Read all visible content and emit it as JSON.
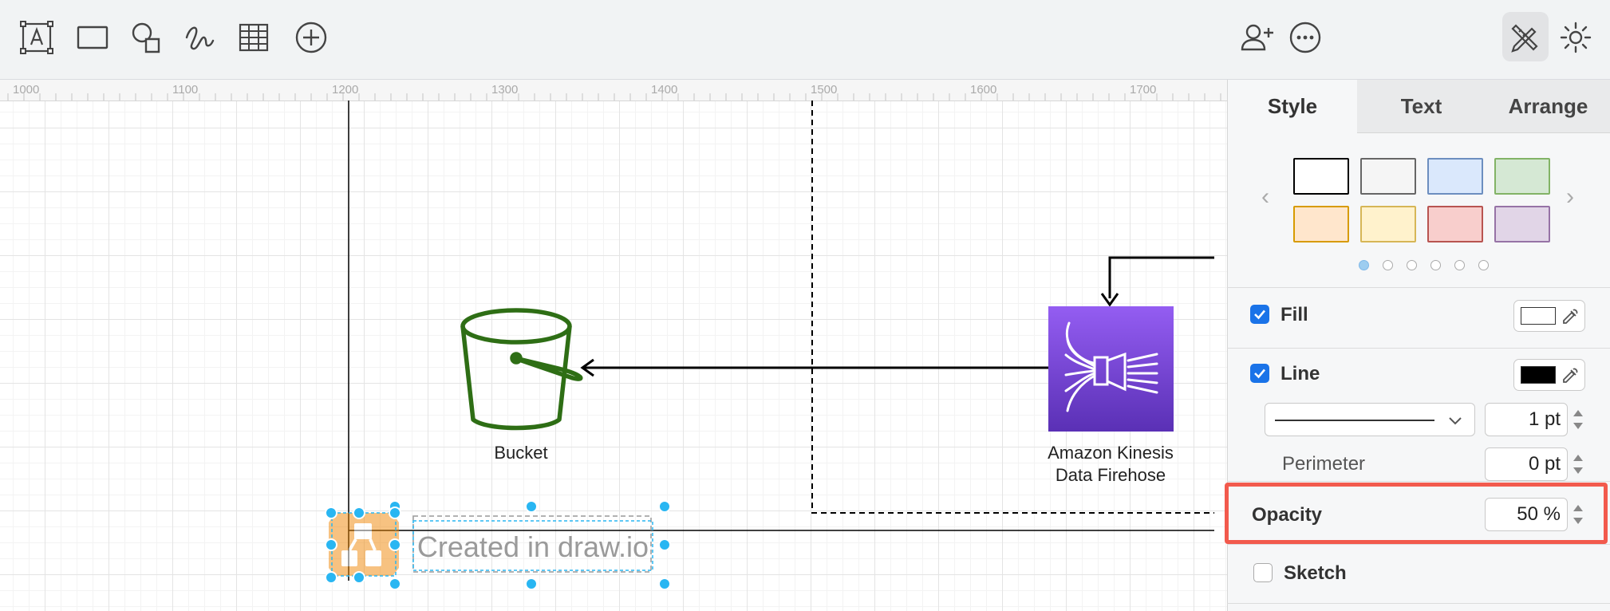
{
  "toolbar": {
    "left_tools": [
      "text-icon",
      "rectangle-icon",
      "shapes-icon",
      "freehand-icon",
      "table-icon",
      "insert-icon"
    ],
    "right_tools": [
      "share-icon",
      "more-icon",
      "format-panel-icon",
      "appearance-icon"
    ]
  },
  "ruler": {
    "labels": [
      "1000",
      "1100",
      "1200",
      "1300",
      "1400",
      "1500",
      "1600",
      "1700"
    ]
  },
  "diagram": {
    "bucket_label": "Bucket",
    "kinesis_label_line1": "Amazon Kinesis",
    "kinesis_label_line2": "Data Firehose",
    "watermark_text": "Created in draw.io",
    "bucket_color": "#2e6e15",
    "kinesis_color": "#7b3fe0"
  },
  "panel": {
    "tabs": [
      "Style",
      "Text",
      "Arrange"
    ],
    "active_tab": "Style",
    "swatches": [
      {
        "fill": "#ffffff",
        "stroke": "#000000"
      },
      {
        "fill": "#f5f5f5",
        "stroke": "#666666"
      },
      {
        "fill": "#dae8fc",
        "stroke": "#6c8ebf"
      },
      {
        "fill": "#d5e8d4",
        "stroke": "#82b366"
      },
      {
        "fill": "#ffe6cc",
        "stroke": "#d79b00"
      },
      {
        "fill": "#fff2cc",
        "stroke": "#d6b656"
      },
      {
        "fill": "#f8cecc",
        "stroke": "#b85450"
      },
      {
        "fill": "#e1d5e7",
        "stroke": "#9673a6"
      }
    ],
    "page_dots": 6,
    "fill_label": "Fill",
    "fill_checked": true,
    "fill_color": "#ffffff",
    "line_label": "Line",
    "line_checked": true,
    "line_color": "#000000",
    "line_width": "1 pt",
    "perimeter_label": "Perimeter",
    "perimeter_value": "0 pt",
    "opacity_label": "Opacity",
    "opacity_value": "50 %",
    "sketch_label": "Sketch",
    "sketch_checked": false
  }
}
